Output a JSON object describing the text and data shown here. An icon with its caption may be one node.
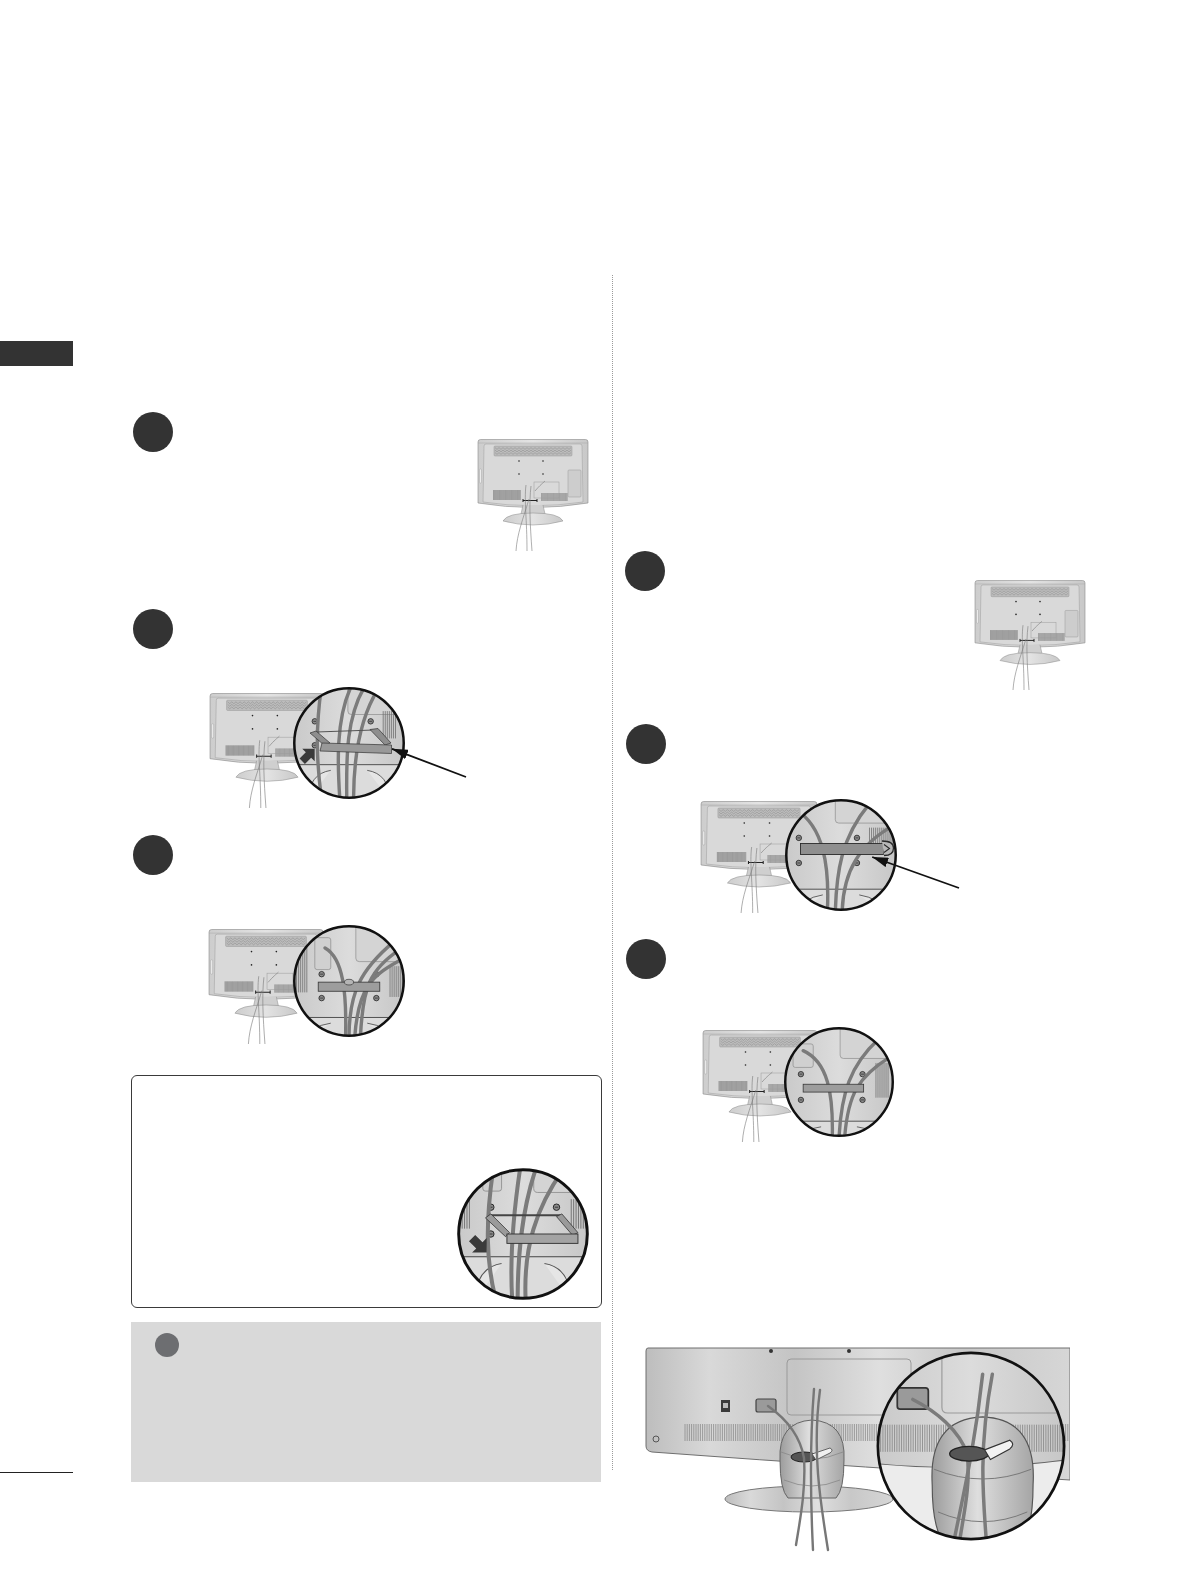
{
  "diagram": {
    "nodes": [
      {
        "text": [],
        "shape": "bar"
      },
      {
        "text": [],
        "shape": "circle"
      },
      {
        "text": [],
        "shape": "circle"
      },
      {
        "text": [],
        "shape": "bar"
      },
      {
        "text": [],
        "shape": "circle"
      },
      {
        "text": [],
        "shape": "box"
      },
      {
        "text": [],
        "shape": "box"
      },
      {
        "text": [],
        "shape": "circle",
        "in": 6
      },
      {
        "text": [],
        "shape": "circle"
      },
      {
        "text": [],
        "shape": "circle"
      },
      {
        "text": [],
        "shape": "bar"
      },
      {
        "text": [],
        "shape": "circle"
      }
    ],
    "edges": [
      {
        "from": null,
        "to": 3,
        "arrow": "to"
      },
      {
        "from": null,
        "to": 10,
        "arrow": "to"
      }
    ]
  }
}
